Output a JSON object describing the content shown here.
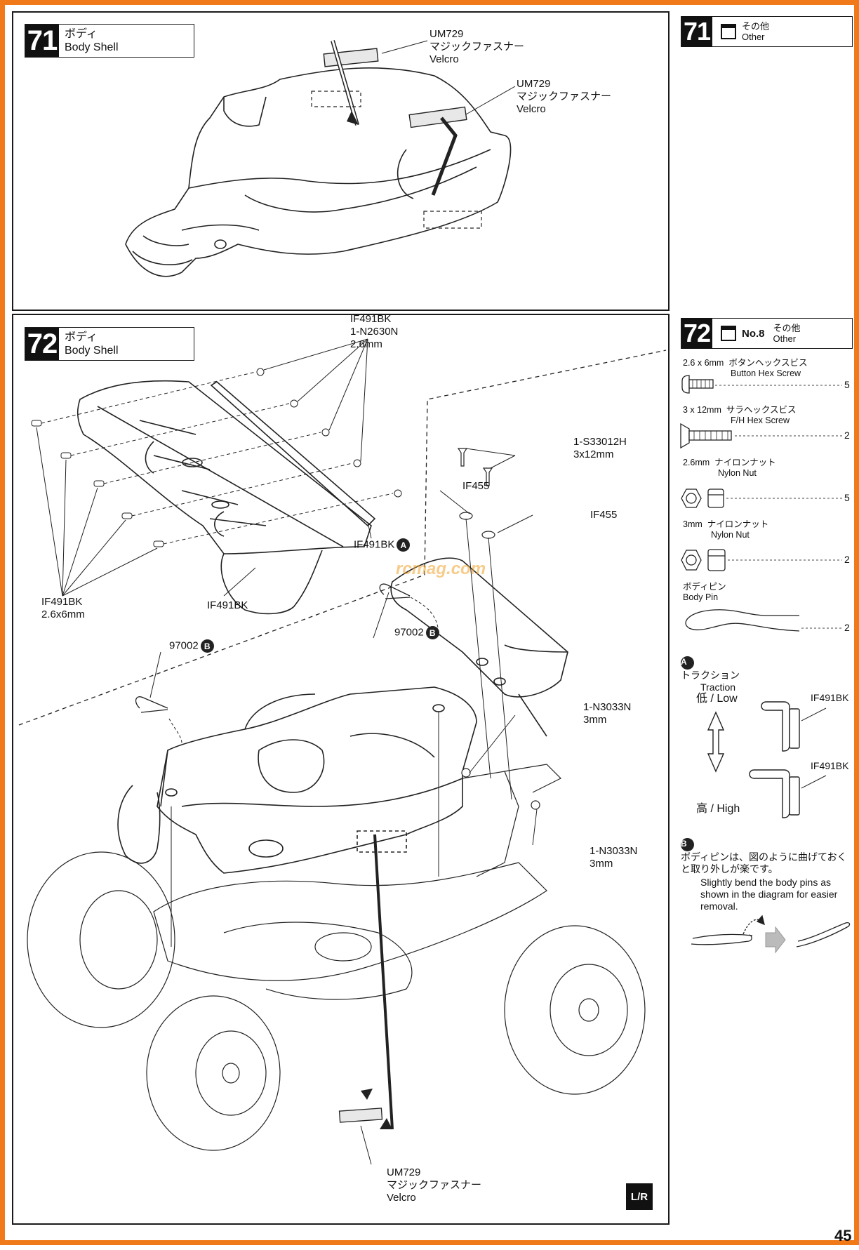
{
  "step71": {
    "number": "71",
    "title_ja": "ボディ",
    "title_en": "Body Shell",
    "callouts": [
      {
        "code": "UM729",
        "ja": "マジックファスナー",
        "en": "Velcro"
      },
      {
        "code": "UM729",
        "ja": "マジックファスナー",
        "en": "Velcro"
      }
    ]
  },
  "side71": {
    "number": "71",
    "ja": "その他",
    "en": "Other"
  },
  "step72": {
    "number": "72",
    "title_ja": "ボディ",
    "title_en": "Body Shell",
    "callouts": {
      "wing_top": {
        "l1": "IF491BK",
        "l2": "1-N2630N",
        "l3": "2.6mm"
      },
      "wing_screw": {
        "l1": "IF491BK",
        "l2": "2.6x6mm"
      },
      "wing_plate": "IF491BK",
      "wing_a": "IF491BK",
      "screw_right": {
        "l1": "1-S33012H",
        "l2": "3x12mm"
      },
      "if455_left": "IF455",
      "if455_right": "IF455",
      "pin_left": "97002",
      "pin_mid": "97002",
      "nut_upper": {
        "l1": "1-N3033N",
        "l2": "3mm"
      },
      "nut_lower": {
        "l1": "1-N3033N",
        "l2": "3mm"
      },
      "velcro_bottom": {
        "code": "UM729",
        "ja": "マジックファスナー",
        "en": "Velcro"
      }
    },
    "letter_a": "A",
    "letter_b": "B",
    "lr_mark": "L/R"
  },
  "side72": {
    "number": "72",
    "bag": "No.8",
    "ja": "その他",
    "en": "Other",
    "parts": [
      {
        "size": "2.6 x 6mm",
        "ja": "ボタンヘックスビス",
        "en": "Button Hex Screw",
        "qty": "5",
        "icon": "button-hex-screw-icon"
      },
      {
        "size": "3 x 12mm",
        "ja": "サラヘックスビス",
        "en": "F/H Hex Screw",
        "qty": "2",
        "icon": "flat-hex-screw-icon"
      },
      {
        "size": "2.6mm",
        "ja": "ナイロンナット",
        "en": "Nylon Nut",
        "qty": "5",
        "icon": "nylon-nut-icon"
      },
      {
        "size": "3mm",
        "ja": "ナイロンナット",
        "en": "Nylon Nut",
        "qty": "2",
        "icon": "nylon-nut-icon"
      },
      {
        "size": "",
        "ja": "ボディピン",
        "en": "Body Pin",
        "qty": "2",
        "icon": "body-pin-icon"
      }
    ],
    "traction": {
      "letter": "A",
      "ja": "トラクション",
      "en": "Traction",
      "low": "低 / Low",
      "high": "高 / High",
      "part_low": "IF491BK",
      "part_high": "IF491BK"
    },
    "pin_note": {
      "letter": "B",
      "ja": "ボディピンは、図のように曲げておくと取り外しが楽です。",
      "en": "Slightly bend the body pins as shown in the diagram for easier removal."
    }
  },
  "watermark": "rcmag.com",
  "page_number": "45"
}
